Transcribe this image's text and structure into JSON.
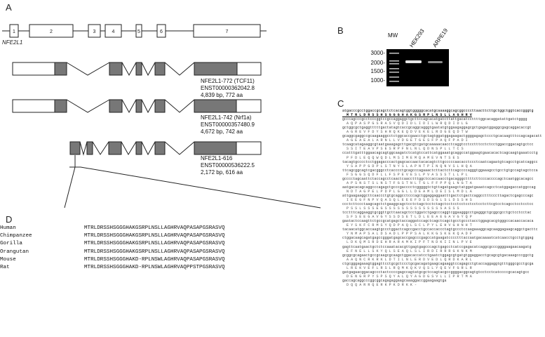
{
  "panels": {
    "a": "A",
    "b": "B",
    "c": "C",
    "d": "D"
  },
  "gene": {
    "name": "NFE2L1",
    "exons": [
      "1",
      "2",
      "3",
      "4",
      "5",
      "6",
      "7"
    ]
  },
  "transcripts": [
    {
      "name": "NFE2L1-772 (TCF11)",
      "id": "ENST00000362042.8",
      "size": "4,839 bp, 772 aa"
    },
    {
      "name": "NFE2L1-742 (Nrf1a)",
      "id": "ENST00000357480.9",
      "size": "4,672 bp, 742 aa"
    },
    {
      "name": "NFE2L1-616",
      "id": "ENST00000536222.5",
      "size": "2,172 bp, 616 aa"
    }
  ],
  "gel": {
    "mw_label": "MW",
    "lanes": [
      "HEK293",
      "ARPE19"
    ],
    "markers": [
      "3000-",
      "2000-",
      "1500-",
      "1000-"
    ],
    "band_intensity": {
      "HEK293": 0.9,
      "ARPE19": 0.55
    }
  },
  "sequence": {
    "lines": [
      {
        "nt": "atgacccgcctggaccgcagctctcacagtggtgggggcacatgcaaaaggcagcggccccttaacttcttgctggctggtcaccgggtg",
        "aa": "M T R L D R S S H S G G G H A K G S R P L N S L L A G H R V",
        "bold": true
      },
      {
        "nt": "gcccagcccgcctcccggtccgccaggaggctgcttccagcacatgatcttattgacatccttttggcacaggatattgatctgggg",
        "aa": "A Q P A S P G S R A S V Q D I D L I D I L W R Q D I D L G",
        "bold": false
      },
      {
        "nt": "gctggcgctgaggtttttgactatagtcaccgcaggcagggtgaatatgtggaagaggagcgctgagatggaggcgagcaggacaccgt",
        "aa": "A G R E V F D Y S H R Q K E Q D V E K E L R D G E Q D T W",
        "bold": false
      },
      {
        "nt": "gcaggcgaggccgcaagaaggcctctggcaccgaacctgctagtggatggagaagactggggagagctccctgcacaagtttccagcagacatt",
        "aa": "A G E A E A L A R N L L V D G E T G E S F P A Q F P A D I",
        "bold": false
      },
      {
        "nt": "tcaagcatagaaggcgtaatgaaagagcttgacgtcgatgcaaaaacaacctcaggtcctcctttcctctcctggaccggacagtgctcc",
        "aa": "S S I T E A V P S E S R P F N L N L Q D N S P L L T C S",
        "bold": false
      },
      {
        "nt": "ccatttgatttggaacagcagtggcaagatctcatgtccattcatggaaatgcaggccatggaagtgaacacactcagcaagtgaaatcctg",
        "aa": "P F D L E Q Q W Q D L M S I M E M Q A M E V N T S E S",
        "bold": false
      },
      {
        "nt": "tacagtgcccctcctggagacccactgagcaccaactacacagtcttgcccccaacacctccctcaatcagaatgtcagcctgcatcaggcc",
        "aa": "Y S A P P G D P L S T N Y S L A P N T P I N Q N V S L H Q A",
        "bold": false
      },
      {
        "nt": "ttcagcggcagtcgacgggcctcacccctgcagcccagaaactcttactcttcagccccagggtggaaagcctgcctgtgccagtagctcca",
        "aa": "F S G G S Q D F L L F S P E V E S L P V A S S S T L L P L",
        "bold": false
      },
      {
        "nt": "gcccctagcaattctaccagcctcaactcaacctttggctccaccaacctgacagggcttttcttcccaccccagctcaatggcacagcc",
        "aa": "A P S N S T S L N S T F G S T N L T G L F F P P Q L N G T A",
        "bold": false
      },
      {
        "nt": "aatgacacagcaggcccagagctgcccgacccctcgggggtctgttagatgaagctatggatgaaatcagcctcatggagaccatggccag",
        "aa": "N D T A G P E L P D P L G G L L D E A M L D E I S L M D L A",
        "bold": false
      },
      {
        "nt": "attgaagaaggcttcaaccctgtgcaggcctcccagctggaggaggaatttgactctgactcaggcctttcccttagactcgagcccagc",
        "aa": "I E E G F N P V Q A S Q L E E E F D S D S G L S L D S S H S",
        "bold": false
      },
      {
        "nt": "ccctcttccctaagcagctctgaaggcagctcctctagctcctctagctcctcctcctcctcctcctcttcgtcctcagcctcctcctcc",
        "aa": "P S S L S S S E G S S S S S S S S S S S S S S A S S S",
        "bold": false
      },
      {
        "nt": "tcctttcaggaaggtgcggttgcttaacagctcctggatctgagcccaggtcggaagggcctgagggctgcggcgcctgctcctcctac",
        "aa": "S F S E E G A V G Y S S D S E T L D L E E A E G A V G Y Q P",
        "bold": false
      },
      {
        "nt": "gaatactccaagttctgccgcatgagctaccaggatccagctcagctcagctgcctgccctacctggagcacgtgggccacaaccacaca",
        "aa": "E Y S K F C R M S Y Q D P A Q L S C L P Y L E H V G H N H T",
        "bold": false
      },
      {
        "nt": "tacaacatggcaccaagtgccctggactcagccgacctgccaccaccctagtgccctccaagaaaggcagcaaggagaagcaggctgacttc",
        "aa": "Y N M A P S A L D S A D L P P P S A L K K G S K E K Q A D F",
        "bold": false
      },
      {
        "nt": "ctggacaagcagatgagccgggatgagcaccgagcccgagccatgaagatcccctttaccaatgacaaaatcatcaacctgcctgtggag",
        "aa": "L D K Q M S R D E H R A R A M K I P F T N D K I I N L P V E",
        "bold": false
      },
      {
        "nt": "gagttcaatgaactgctctccaaatacacgttgagtgagcccagctgagcctcatccgagacatcaggcgcccggggaagaacaagatg",
        "aa": "E F N E L L S K Y Q L S E A Q L S L I R D I R R R G K N K M",
        "bold": false
      },
      {
        "nt": "gcggcgcagaactgccgcaagcgcaagctggacaccatcctgaatctggagcgtgatgtggaggacctgcagcgtgacaaagcccggctg",
        "aa": "A A Q N C R K R K L D T I L N L E R D V E D L Q R D K A R L",
        "bold": false
      },
      {
        "nt": "ctgcgggagaaagtggagttcctgcgctccctgcgacagatgaagcagaaggtccagagcctgtaccaggaggtgtttgggcgcctgcga",
        "aa": "L R E K V E F L R S L R Q M K Q K V Q S L Y Q E V F G R L R",
        "bold": false
      },
      {
        "nt": "gatgagaacggacagccctactccccgagccagtatgcgctccagtacgccggggacggcagtgtcctcctcatccccgcacagtgcc",
        "aa": "D E N G R P Y S P S Q Y A L Q Y A G D G S V L L I P R T M A",
        "bold": false
      },
      {
        "nt": "gaccagcaggcccggcggcagagaggaagcaaaggaccggaagaagtga",
        "aa": "D Q Q A R R Q E R K P K D R K K -",
        "bold": false
      }
    ]
  },
  "alignment": [
    {
      "species": "Human",
      "seq": "MTRLDRSSHSGGGHAKGSRPLNSLLAGHRVAQPASAPGSRASVQ"
    },
    {
      "species": "Chimpanzee",
      "seq": "MTRLDRSSHSGGGHAKGSRPLNSLLAGHRVAQPASAPGSRASVQ"
    },
    {
      "species": "Gorilla",
      "seq": "MTRLDRSSHSGGGHAKGSRPLNSLLAGHRVAQPASAPGSRASVQ"
    },
    {
      "species": "Orangutan",
      "seq": "MTRLDRSSHSGGGHAKGSRPLNSLLAGHRVAQPASAPGSRASVQ"
    },
    {
      "species": "Mouse",
      "seq": "MTRLDRSSHSGGGHAKD-RPLNSWLAGHRVAQPASAPGSRASVQ"
    },
    {
      "species": "Rat",
      "seq": "MTRLDRSSHSGGGHAKD-RPLNSWLAGHRVAQPPSTPGSRASVQ"
    }
  ]
}
